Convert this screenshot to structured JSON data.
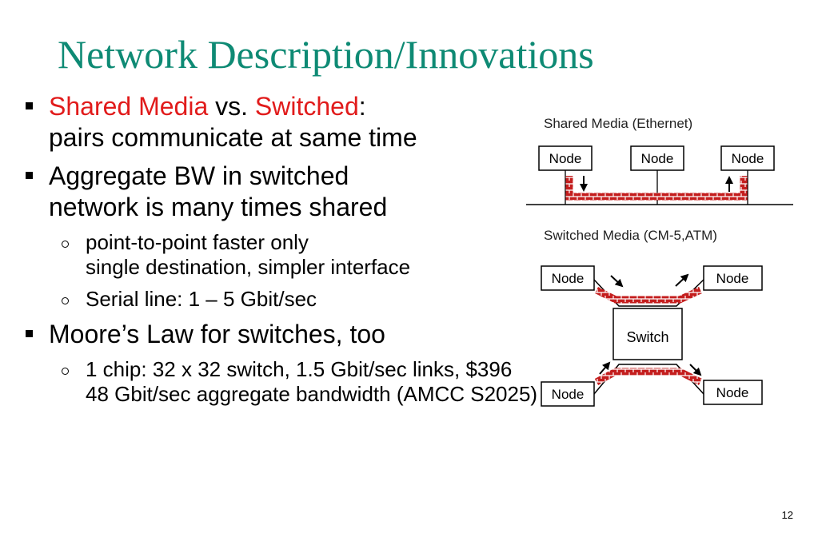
{
  "slide": {
    "title": "Network Description/Innovations",
    "page_number": "12"
  },
  "bullets": {
    "b1": {
      "part1": "Shared Media",
      "part2": " vs. ",
      "part3": "Switched",
      "part4": ":",
      "line2": "pairs communicate at same time"
    },
    "b2": {
      "line1": "Aggregate BW in switched",
      "line2": "network is many times shared"
    },
    "b2_sub1": {
      "line1": "point-to-point faster only",
      "line2": "single destination, simpler interface"
    },
    "b2_sub2": {
      "line1": "Serial line: 1 – 5 Gbit/sec"
    },
    "b3": {
      "line1": "Moore’s Law for switches, too"
    },
    "b3_sub1": {
      "line1": "1 chip: 32 x 32 switch, 1.5 Gbit/sec links, $396",
      "line2": "48 Gbit/sec aggregate bandwidth (AMCC S2025)"
    }
  },
  "diagram": {
    "shared_title": "Shared Media (Ethernet)",
    "switched_title": "Switched Media (CM-5,ATM)",
    "node_label": "Node",
    "switch_label": "Switch"
  },
  "colors": {
    "title": "#0e8a74",
    "highlight": "#e11b1b",
    "brick": "#c41e1e"
  }
}
